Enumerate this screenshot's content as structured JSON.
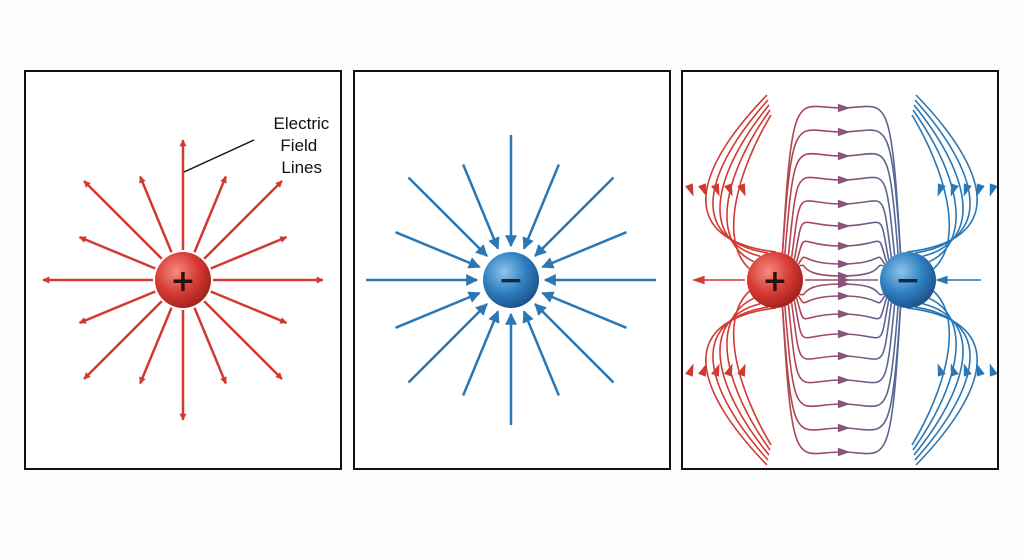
{
  "colors": {
    "positive": "#d13a33",
    "negative": "#2a77b5",
    "dipole_mid": "#8a5478",
    "frame": "#111111"
  },
  "panels": [
    {
      "id": "positive",
      "description_icon": "positive-charge-icon",
      "charge_sign": "+",
      "field_direction": "outward",
      "line_count": 16,
      "label_lines": [
        "Electric",
        "Field",
        "Lines"
      ]
    },
    {
      "id": "negative",
      "description_icon": "negative-charge-icon",
      "charge_sign": "−",
      "field_direction": "inward",
      "line_count": 16
    },
    {
      "id": "dipole",
      "charges": [
        {
          "sign": "+",
          "icon": "positive-charge-icon"
        },
        {
          "sign": "−",
          "icon": "negative-charge-icon"
        }
      ],
      "field_direction": "positive-to-negative"
    }
  ]
}
